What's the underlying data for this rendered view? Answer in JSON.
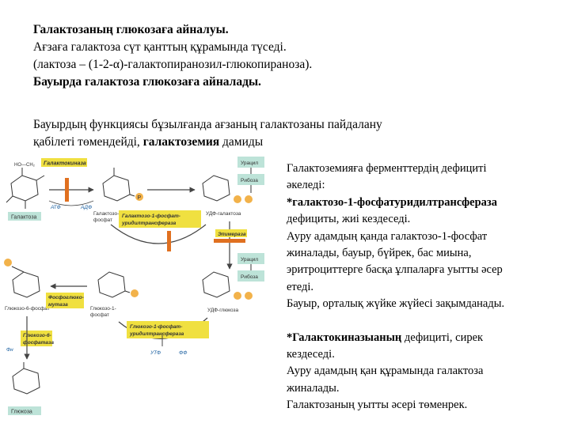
{
  "header": {
    "title": "Галактозаның глюкозаға айналуы.",
    "line2": "Ағзаға галактоза сүт қанттың құрамында түседі.",
    "line3": "(лактоза – (1-2-α)-галактопиранозил-глюкопираноза).",
    "line4": "Бауырда галактоза глюкозаға айналады.",
    "para_a": "Бауырдың функциясы бұзылғанда ағзаның галактозаны пайдалану",
    "para_b_prefix": "қабілеті төмендейді, ",
    "para_b_bold": "галактоземия",
    "para_b_suffix": " дамиды"
  },
  "right": {
    "p1_a": "Галактоземияға ферменттердің дефициті",
    "p1_b": "әкеледі:",
    "p1_enzyme": "*галактозо-1-фосфатуридилтрансфераза",
    "p1_c": "дефициты, жиі кездеседі.",
    "p1_d": "Ауру адамдың қанда галактозо-1-фосфат",
    "p1_e": "жиналады, бауыр, бүйрек, бас миына,",
    "p1_f": "эритроциттерге басқа ұлпаларға уытты әсер",
    "p1_g": "етеді.",
    "p1_h": "Бауыр, орталық жүйке жүйесі зақымданады.",
    "p2_enzyme": "*Галактокиназыаның",
    "p2_a": " дефициті, сирек",
    "p2_b": "кездеседі.",
    "p2_c": "Ауру адамдың қан құрамында галактоза",
    "p2_d": "жиналады.",
    "p2_e": "Галактозаның уытты әсері төменрек."
  },
  "diagram": {
    "enzyme_galactokinase": "Галактокиназа",
    "atp": "АТФ",
    "adp": "АДФ",
    "label_galactose": "Галактоза",
    "label_gal1p": "Галактозо-1-",
    "label_gal1p_b": "фосфат",
    "udp_galactose": "УДФ-галактоза",
    "uracil": "Урацил",
    "ribose": "Рибоза",
    "transferase_a": "Галактозо-1-фосфат-",
    "transferase_b": "уридилтрансфераза",
    "epimerase": "Эпимераза",
    "phosphoglucomutase_a": "Фосфоглюко-",
    "phosphoglucomutase_b": "мутаза",
    "glc1p_a": "Глюкозо-1-",
    "glc1p_b": "фосфат",
    "glc6p": "Глюкозо-6-фосфат",
    "udpglc_a": "Глюкозо-1-фосфат-",
    "udpglc_b": "уридилтрансфераза",
    "utp": "УТФ",
    "ppi": "ФФ",
    "udp_glucose": "УДФ-глюкоза",
    "g6pase_a": "Глюкозо-6-",
    "g6pase_b": "фосфатаза",
    "pi": "Фн",
    "label_glucose": "Глюкоза",
    "p": "P"
  },
  "colors": {
    "enzyme_box": "#f0e040",
    "enzyme_box_orange": "#f2b24a",
    "block_bar": "#e07020",
    "label_box": "#bde3d8",
    "arrow": "#444444"
  }
}
